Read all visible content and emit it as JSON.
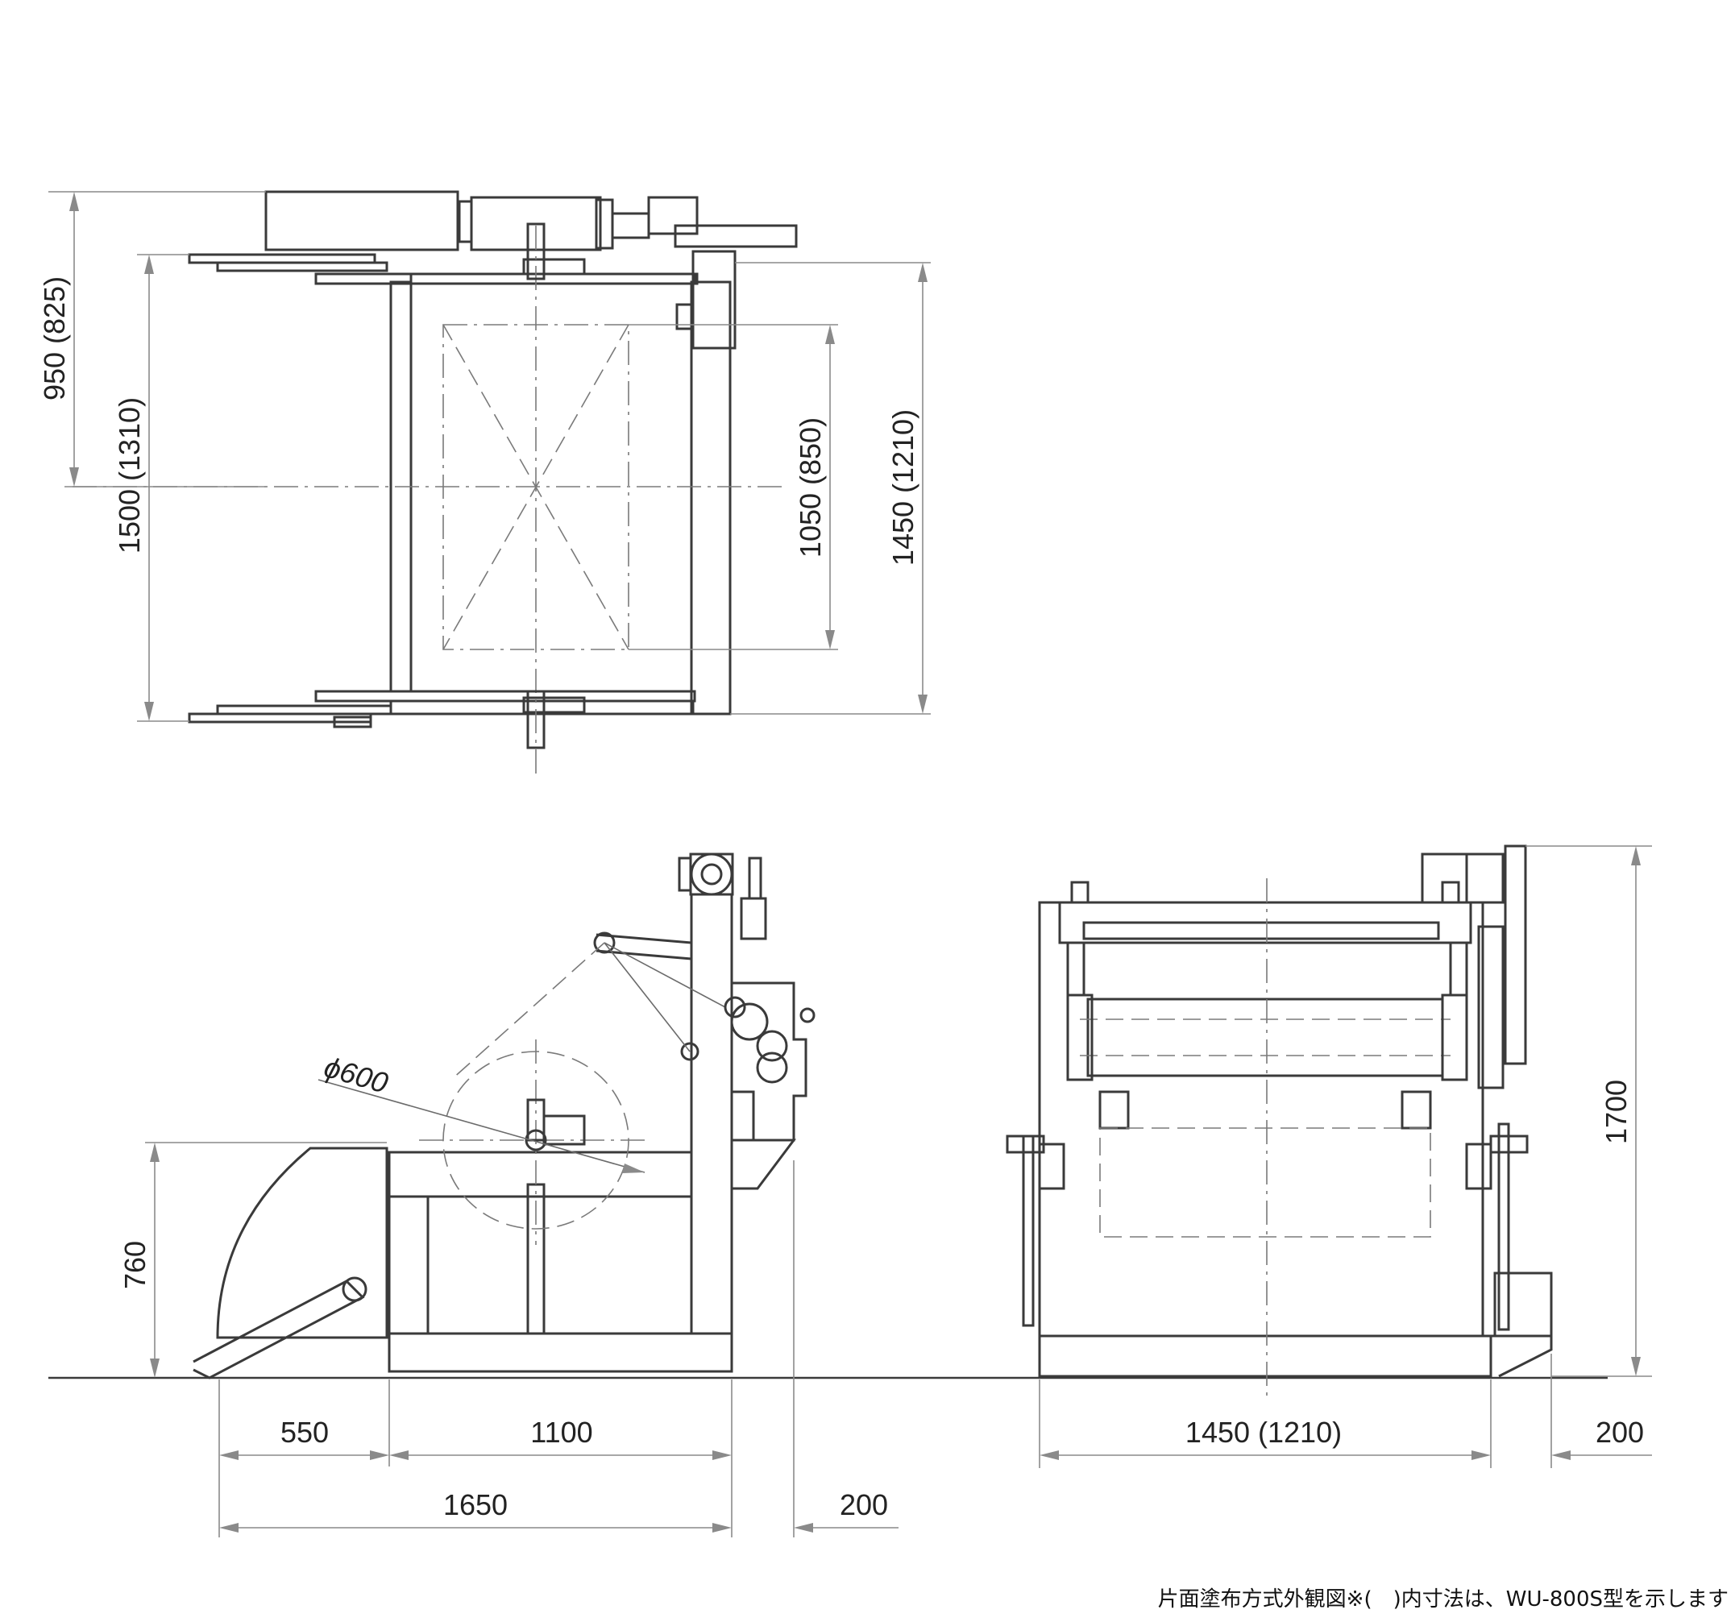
{
  "caption": "片面塗布方式外観図※(　)内寸法は、WU-800S型を示します",
  "plan_view": {
    "dim_950": "950 (825)",
    "dim_1500": "1500 (1310)",
    "dim_1050": "1050 (850)",
    "dim_1450": "1450 (1210)"
  },
  "side_view": {
    "dim_diameter": "ϕ600",
    "dim_760": "760",
    "dim_550": "550",
    "dim_1100": "1100",
    "dim_1650": "1650",
    "dim_200": "200"
  },
  "front_view": {
    "dim_1450": "1450 (1210)",
    "dim_200": "200",
    "dim_1700": "1700"
  }
}
